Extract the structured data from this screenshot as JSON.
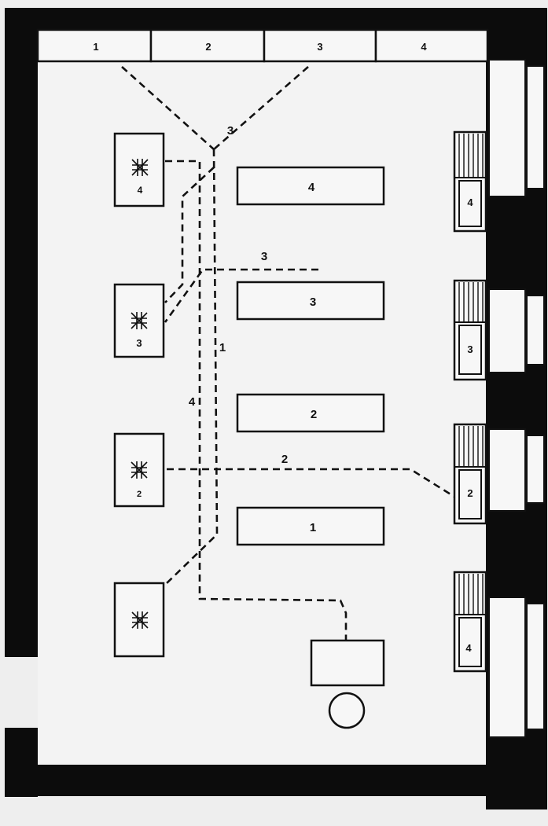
{
  "top_bays": [
    "1",
    "2",
    "3",
    "4"
  ],
  "tables": [
    "4",
    "3",
    "2",
    "1"
  ],
  "left_units": [
    {
      "icon": "asterisk-cross-icon",
      "label": "4"
    },
    {
      "icon": "asterisk-cross-icon",
      "label": "3"
    },
    {
      "icon": "asterisk-cross-icon",
      "label": "2"
    },
    {
      "icon": "asterisk-cross-icon",
      "label": ""
    }
  ],
  "right_units": [
    "4",
    "3",
    "2",
    "4"
  ],
  "route_labels": {
    "r3_upper": "3",
    "r3_mid": "3",
    "r1": "1",
    "r4": "4",
    "r2": "2"
  },
  "colors": {
    "wall": "#0c0c0c",
    "line": "#111111",
    "background": "#eeeeee"
  }
}
